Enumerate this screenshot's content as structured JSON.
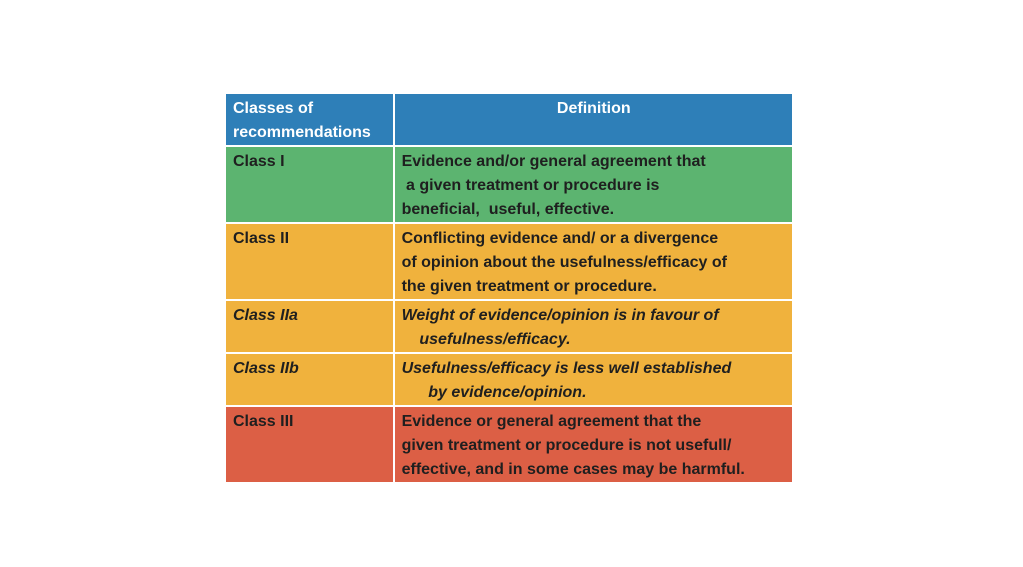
{
  "colors": {
    "header_bg": "#2E7FB8",
    "header_text": "#FFFFFF",
    "class_i_bg": "#5CB470",
    "class_ii_bg": "#F0B23D",
    "class_iii_bg": "#DC5F45",
    "body_text": "#1F1F1F",
    "divider": "#FFFFFF",
    "page_bg": "#FFFFFF"
  },
  "table": {
    "header": {
      "col1": "Classes of recommendations",
      "col2": "Definition"
    },
    "rows": [
      {
        "label": "Class I",
        "definition": "Evidence and/or general agreement that\n a given treatment or procedure is\nbeneficial,  useful, effective.",
        "bg": "#5CB470",
        "italic": false
      },
      {
        "label": "Class II",
        "definition": "Conflicting evidence and/ or a divergence\nof opinion about the usefulness/efficacy of\nthe given treatment or procedure.",
        "bg": "#F0B23D",
        "italic": false
      },
      {
        "label": "Class IIa",
        "definition": "Weight of evidence/opinion is in favour of\n    usefulness/efficacy.",
        "bg": "#F0B23D",
        "italic": true
      },
      {
        "label": "Class IIb",
        "definition": "Usefulness/efficacy is less well established\n      by evidence/opinion.",
        "bg": "#F0B23D",
        "italic": true
      },
      {
        "label": "Class III",
        "definition": "Evidence or general agreement that the\ngiven treatment or procedure is not usefull/\neffective, and in some cases may be harmful.",
        "bg": "#DC5F45",
        "italic": false
      }
    ]
  }
}
